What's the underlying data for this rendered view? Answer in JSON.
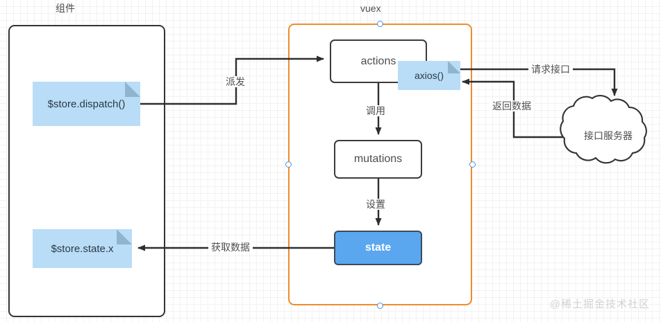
{
  "diagram": {
    "title_labels": {
      "component_group": "组件",
      "vuex_group": "vuex"
    },
    "nodes": [
      {
        "id": "store-dispatch",
        "label": "$store.dispatch()",
        "shape": "note",
        "fill": "#b9dcf7"
      },
      {
        "id": "store-state-x",
        "label": "$store.state.x",
        "shape": "note",
        "fill": "#b9dcf7"
      },
      {
        "id": "actions",
        "label": "actions",
        "shape": "rounded-rect",
        "fill": "#ffffff"
      },
      {
        "id": "axios",
        "label": "axios()",
        "shape": "note",
        "fill": "#b9dcf7"
      },
      {
        "id": "mutations",
        "label": "mutations",
        "shape": "rounded-rect",
        "fill": "#ffffff"
      },
      {
        "id": "state",
        "label": "state",
        "shape": "rounded-rect",
        "fill": "#5aa7ef"
      },
      {
        "id": "api-server",
        "label": "接口服务器",
        "shape": "cloud",
        "fill": "#ffffff"
      }
    ],
    "edges": [
      {
        "from": "store-dispatch",
        "to": "actions",
        "label": "派发"
      },
      {
        "from": "actions",
        "to": "mutations",
        "label": "调用"
      },
      {
        "from": "mutations",
        "to": "state",
        "label": "设置"
      },
      {
        "from": "state",
        "to": "store-state-x",
        "label": "获取数据"
      },
      {
        "from": "axios",
        "to": "api-server",
        "label": "请求接口"
      },
      {
        "from": "api-server",
        "to": "axios",
        "label": "返回数据"
      }
    ],
    "edge_labels": {
      "dispatch": "派发",
      "call": "调用",
      "set": "设置",
      "fetch": "获取数据",
      "request": "请求接口",
      "response": "返回数据"
    },
    "colors": {
      "vuex_border": "#ee8b2c",
      "component_border": "#333333",
      "note_fill": "#b9dcf7",
      "state_fill": "#5aa7ef",
      "edge": "#333333",
      "handle": "#4d90e0",
      "grid": "#e4e4e4"
    },
    "watermark": "@稀土掘金技术社区"
  }
}
